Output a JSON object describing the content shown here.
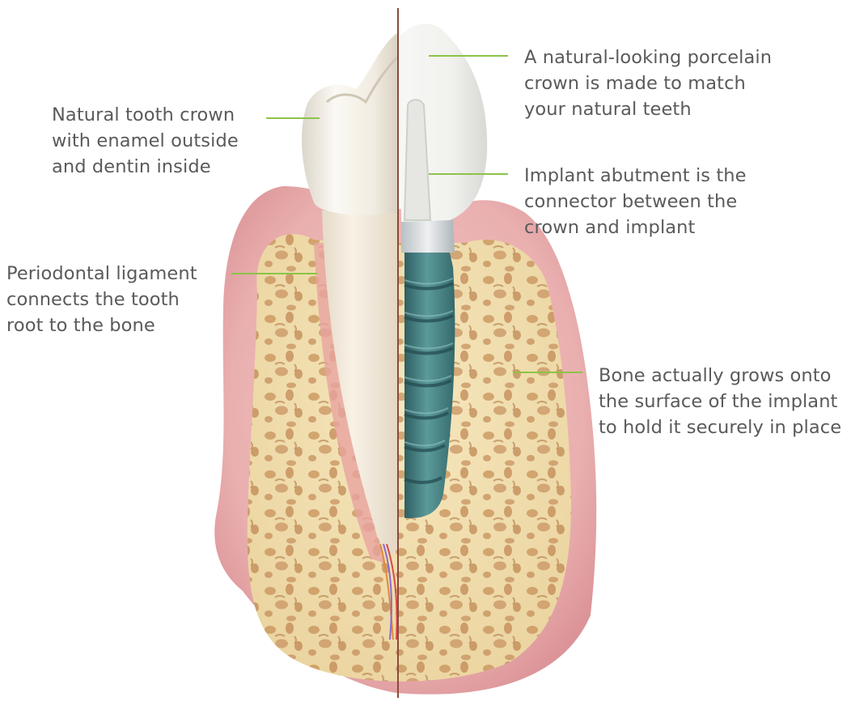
{
  "labels": {
    "natural_crown": [
      "Natural tooth crown",
      "with enamel outside",
      "and dentin inside"
    ],
    "periodontal": [
      "Periodontal ligament",
      "connects the tooth",
      "root to the bone"
    ],
    "porcelain_crown": [
      "A natural-looking porcelain",
      "crown is made to match",
      "your natural teeth"
    ],
    "abutment": [
      "Implant abutment is the",
      "connector between the",
      "crown and implant"
    ],
    "bone": [
      "Bone actually grows onto",
      "the surface of the implant",
      "to hold it securely in place"
    ]
  },
  "colors": {
    "leader_line": "#8cc34a",
    "label_text": "#5a5a5a",
    "gum": "#e9a9ab",
    "bone": "#f1dfaf",
    "bone_pores": "#c68c56",
    "tooth": "#f5f2ea",
    "implant_screw": "#4c8788",
    "abutment": "#dfe2e3",
    "divider": "#8a4a3a"
  }
}
